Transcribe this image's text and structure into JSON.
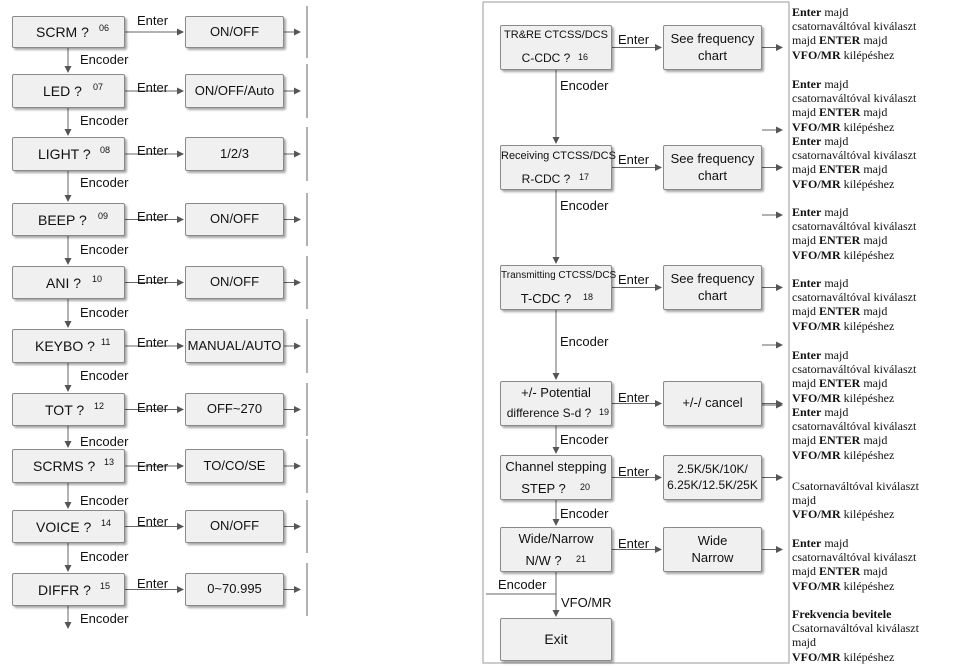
{
  "left_menu": [
    {
      "name": "SCRM ?",
      "num": "06",
      "value": "ON/OFF"
    },
    {
      "name": "LED ?",
      "num": "07",
      "value": "ON/OFF/Auto"
    },
    {
      "name": "LIGHT ?",
      "num": "08",
      "value": "1/2/3"
    },
    {
      "name": "BEEP ?",
      "num": "09",
      "value": "ON/OFF"
    },
    {
      "name": "ANI ?",
      "num": "10",
      "value": "ON/OFF"
    },
    {
      "name": "KEYBO ?",
      "num": "11",
      "value": "MANUAL/AUTO"
    },
    {
      "name": "TOT ?",
      "num": "12",
      "value": "OFF~270"
    },
    {
      "name": "SCRMS ?",
      "num": "13",
      "value": "TO/CO/SE"
    },
    {
      "name": "VOICE ?",
      "num": "14",
      "value": "ON/OFF"
    },
    {
      "name": "DIFFR ?",
      "num": "15",
      "value": "0~70.995"
    }
  ],
  "enter_label": "Enter",
  "encoder_label": "Encoder",
  "vfo_mr_label": "VFO/MR",
  "right_menu": [
    {
      "line1": "TR&RE CTCSS/DCS",
      "line2": "C-CDC ?",
      "num": "16",
      "value": "See frequency\nchart"
    },
    {
      "line1": "Receiving  CTCSS/DCS",
      "line2": "R-CDC ?",
      "num": "17",
      "value": "See frequency\nchart"
    },
    {
      "line1": "Transmitting CTCSS/DCS",
      "line2": "T-CDC ?",
      "num": "18",
      "value": "See frequency\nchart"
    },
    {
      "line1": "+/- Potential",
      "line2": "difference S-d ?",
      "num": "19",
      "value": "+/-/ cancel"
    },
    {
      "line1": "Channel stepping",
      "line2": "STEP ?",
      "num": "20",
      "value": "2.5K/5K/10K/\n6.25K/12.5K/25K"
    },
    {
      "line1": "Wide/Narrow",
      "line2": "N/W ?",
      "num": "21",
      "value": "Wide\nNarrow"
    }
  ],
  "exit_label": "Exit",
  "notes": [
    {
      "enter": "Enter",
      "a": " majd",
      "b": "csatornaváltóval kiválaszt",
      "c": "majd ",
      "enter2": "ENTER",
      "d": " majd",
      "vfo": "VFO/MR",
      "e": " kilépéshez"
    },
    {
      "enter": "Enter",
      "a": " majd",
      "b": "csatornaváltóval kiválaszt",
      "c": "majd ",
      "enter2": "ENTER",
      "d": " majd",
      "vfo": "VFO/MR",
      "e": " kilépéshez"
    },
    {
      "enter": "Enter",
      "a": " majd",
      "b": "csatornaváltóval kiválaszt",
      "c": "majd ",
      "enter2": "ENTER",
      "d": " majd",
      "vfo": "VFO/MR",
      "e": " kilépéshez"
    },
    {
      "enter": "Enter",
      "a": " majd",
      "b": "csatornaváltóval kiválaszt",
      "c": "majd ",
      "enter2": "ENTER",
      "d": " majd",
      "vfo": "VFO/MR",
      "e": " kilépéshez"
    },
    {
      "enter": "Enter",
      "a": " majd",
      "b": "csatornaváltóval kiválaszt",
      "c": "majd ",
      "enter2": "ENTER",
      "d": " majd",
      "vfo": "VFO/MR",
      "e": " kilépéshez"
    },
    {
      "enter": "Enter",
      "a": " majd",
      "b": "csatornaváltóval kiválaszt",
      "c": "majd ",
      "enter2": "ENTER",
      "d": " majd",
      "vfo": "VFO/MR",
      "e": " kilépéshez"
    },
    {
      "enter": "Enter",
      "a": " majd",
      "b": "csatornaváltóval kiválaszt",
      "c": "majd ",
      "enter2": "ENTER",
      "d": " majd",
      "vfo": "VFO/MR",
      "e": " kilépéshez"
    },
    {
      "enter": "Enter",
      "a": " majd",
      "b": "csatornaváltóval kiválaszt",
      "c": "majd ",
      "enter2": "ENTER",
      "d": " majd",
      "vfo": "VFO/MR",
      "e": " kilépéshez"
    }
  ],
  "note_step": {
    "a": "Csatornaváltóval kiválaszt",
    "b": "majd",
    "vfo": "VFO/MR",
    "e": " kilépéshez"
  },
  "note_freq": {
    "title": "Frekvencia bevitele",
    "a": "Csatornaváltóval kiválaszt",
    "b": "majd",
    "vfo": "VFO/MR",
    "e": " kilépéshez"
  }
}
